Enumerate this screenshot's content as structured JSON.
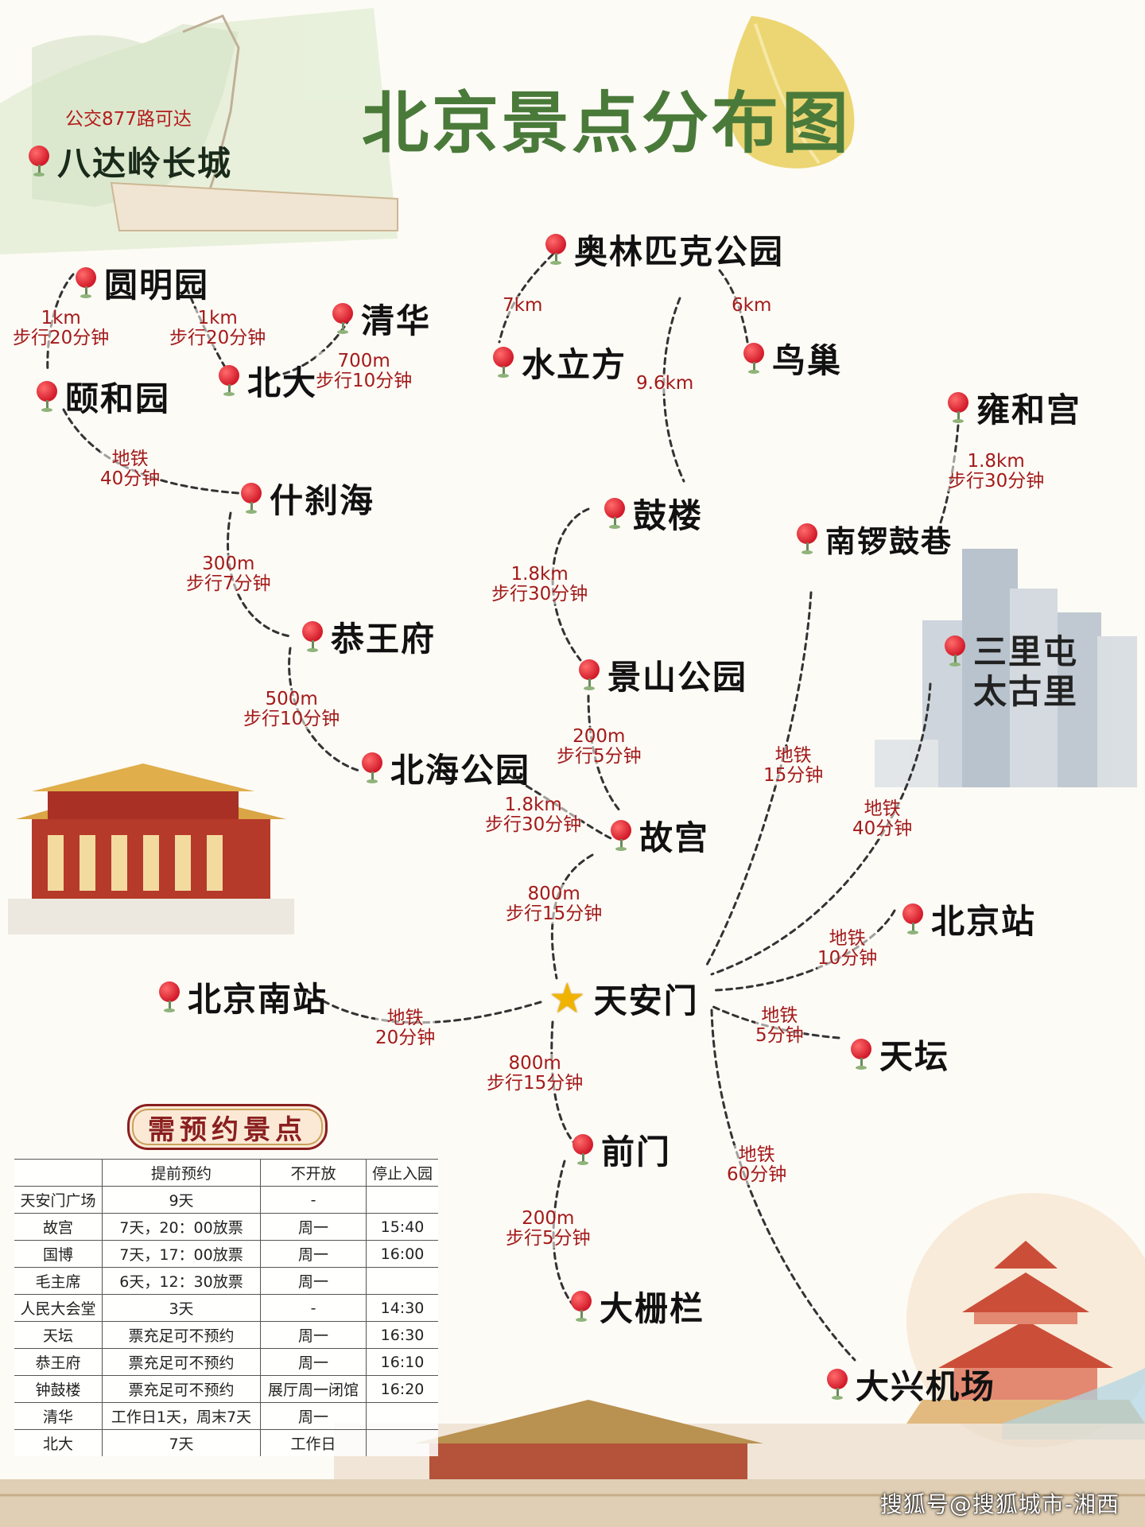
{
  "title": "北京景点分布图",
  "badalin": {
    "note": "公交877路可达",
    "name": "八达岭长城"
  },
  "spots": {
    "yuanmingyuan": "圆明园",
    "qinghua": "清华",
    "aolinpike": "奥林匹克公园",
    "shuilifang": "水立方",
    "niaochao": "鸟巢",
    "yiheyuan": "颐和园",
    "beida": "北大",
    "yonghegong": "雍和宫",
    "shichahai": "什刹海",
    "gulou": "鼓楼",
    "nanluoguxiang": "南锣鼓巷",
    "gongwangfu": "恭王府",
    "jingshan": "景山公园",
    "sanlitun_1": "三里屯",
    "sanlitun_2": "太古里",
    "beihai": "北海公园",
    "gugong": "故宫",
    "beijingzhan": "北京站",
    "beijingnanzhan": "北京南站",
    "tiananmen": "天安门",
    "tiantan": "天坛",
    "qianmen": "前门",
    "dashilan": "大栅栏",
    "daxing": "大兴机场"
  },
  "routes": {
    "ymy_yhy": {
      "l1": "1km",
      "l2": "步行20分钟"
    },
    "ymy_bd": {
      "l1": "1km",
      "l2": "步行20分钟"
    },
    "qh_bd": {
      "l1": "700m",
      "l2": "步行10分钟"
    },
    "aolin_slf": {
      "l1": "7km"
    },
    "aolin_nc": {
      "l1": "6km"
    },
    "aolin_gl": {
      "l1": "9.6km"
    },
    "yhy_sch": {
      "l1": "地铁",
      "l2": "40分钟"
    },
    "yhg_nlg": {
      "l1": "1.8km",
      "l2": "步行30分钟"
    },
    "sch_gwf": {
      "l1": "300m",
      "l2": "步行7分钟"
    },
    "gl_js": {
      "l1": "1.8km",
      "l2": "步行30分钟"
    },
    "gwf_bh": {
      "l1": "500m",
      "l2": "步行10分钟"
    },
    "js_gg": {
      "l1": "200m",
      "l2": "步行5分钟"
    },
    "nlg_tam": {
      "l1": "地铁",
      "l2": "15分钟"
    },
    "slt_tam": {
      "l1": "地铁",
      "l2": "40分钟"
    },
    "bh_gg": {
      "l1": "1.8km",
      "l2": "步行30分钟"
    },
    "gg_tam": {
      "l1": "800m",
      "l2": "步行15分钟"
    },
    "bjz_tam": {
      "l1": "地铁",
      "l2": "10分钟"
    },
    "bjnz_tam": {
      "l1": "地铁",
      "l2": "20分钟"
    },
    "tt_tam": {
      "l1": "地铁",
      "l2": "5分钟"
    },
    "tam_qm": {
      "l1": "800m",
      "l2": "步行15分钟"
    },
    "tam_dx": {
      "l1": "地铁",
      "l2": "60分钟"
    },
    "qm_dsl": {
      "l1": "200m",
      "l2": "步行5分钟"
    }
  },
  "reservation": {
    "title": "需预约景点",
    "headers": [
      "",
      "提前预约",
      "不开放",
      "停止入园"
    ],
    "rows": [
      [
        "天安门广场",
        "9天",
        "-",
        ""
      ],
      [
        "故宫",
        "7天，20：00放票",
        "周一",
        "15:40"
      ],
      [
        "国博",
        "7天，17：00放票",
        "周一",
        "16:00"
      ],
      [
        "毛主席",
        "6天，12：30放票",
        "周一",
        ""
      ],
      [
        "人民大会堂",
        "3天",
        "-",
        "14:30"
      ],
      [
        "天坛",
        "票充足可不预约",
        "周一",
        "16:30"
      ],
      [
        "恭王府",
        "票充足可不预约",
        "周一",
        "16:10"
      ],
      [
        "钟鼓楼",
        "票充足可不预约",
        "展厅周一闭馆",
        "16:20"
      ],
      [
        "清华",
        "工作日1天，周末7天",
        "周一",
        ""
      ],
      [
        "北大",
        "7天",
        "工作日",
        ""
      ]
    ]
  },
  "watermark": "搜狐号@搜狐城市-湘西",
  "colors": {
    "title": "#4a7a3a",
    "label": "#a31a1a",
    "pin": "#d21a2a",
    "star": "#f0b400"
  }
}
